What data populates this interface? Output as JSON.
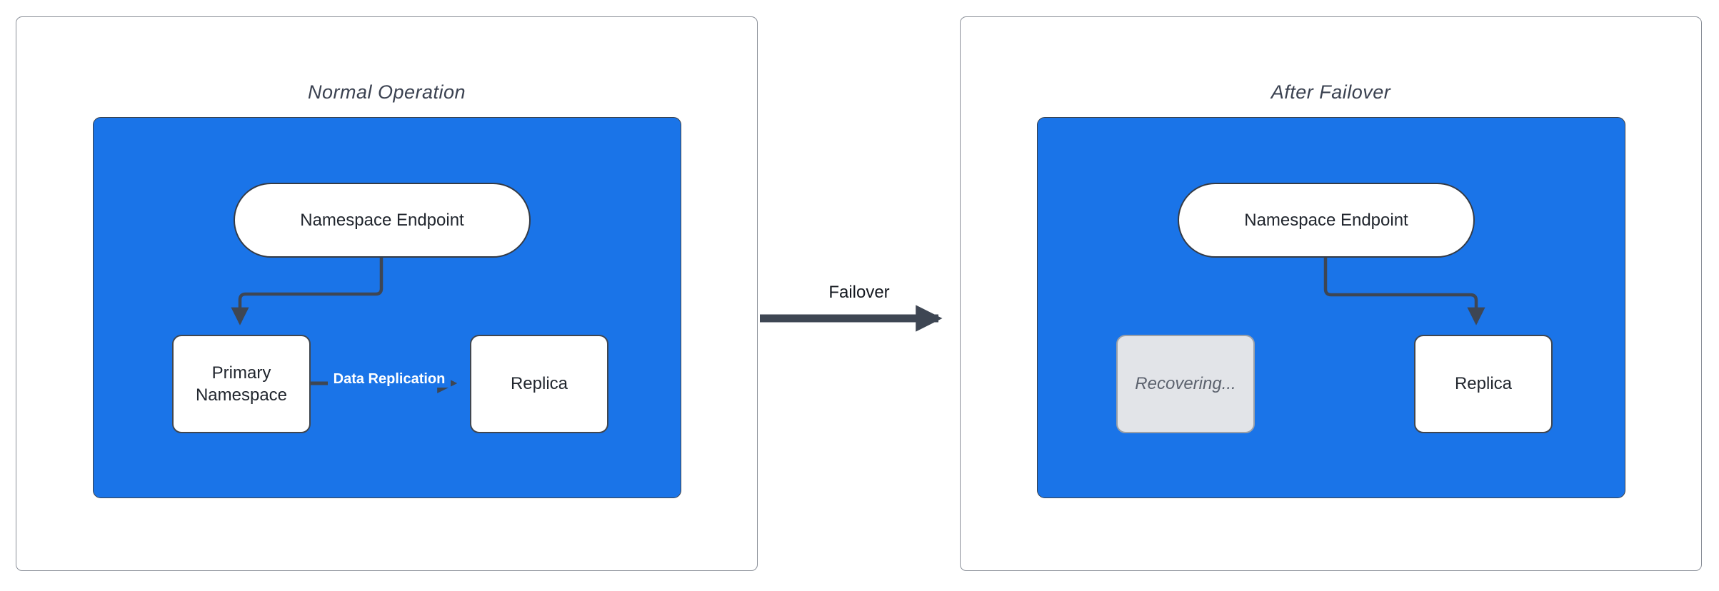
{
  "colors": {
    "container_blue": "#1a74e8",
    "node_fill": "#ffffff",
    "recovering_fill": "#e2e4e8",
    "edge_dark": "#3e4653",
    "panel_border": "#8a8f98",
    "title_text": "#3a4150",
    "node_text": "#21262e",
    "recovering_text": "#5c626e",
    "replication_label_text": "#ffffff"
  },
  "panels": [
    {
      "title": "Normal Operation",
      "nodes": {
        "endpoint": {
          "label": "Namespace Endpoint"
        },
        "primary": {
          "label": "Primary Namespace"
        },
        "replica": {
          "label": "Replica"
        }
      },
      "edges": {
        "replication_label": "Data Replication"
      }
    },
    {
      "title": "After Failover",
      "nodes": {
        "endpoint": {
          "label": "Namespace Endpoint"
        },
        "recovering": {
          "label": "Recovering...",
          "state": "recovering"
        },
        "replica": {
          "label": "Replica"
        }
      }
    }
  ],
  "transition": {
    "label": "Failover"
  }
}
